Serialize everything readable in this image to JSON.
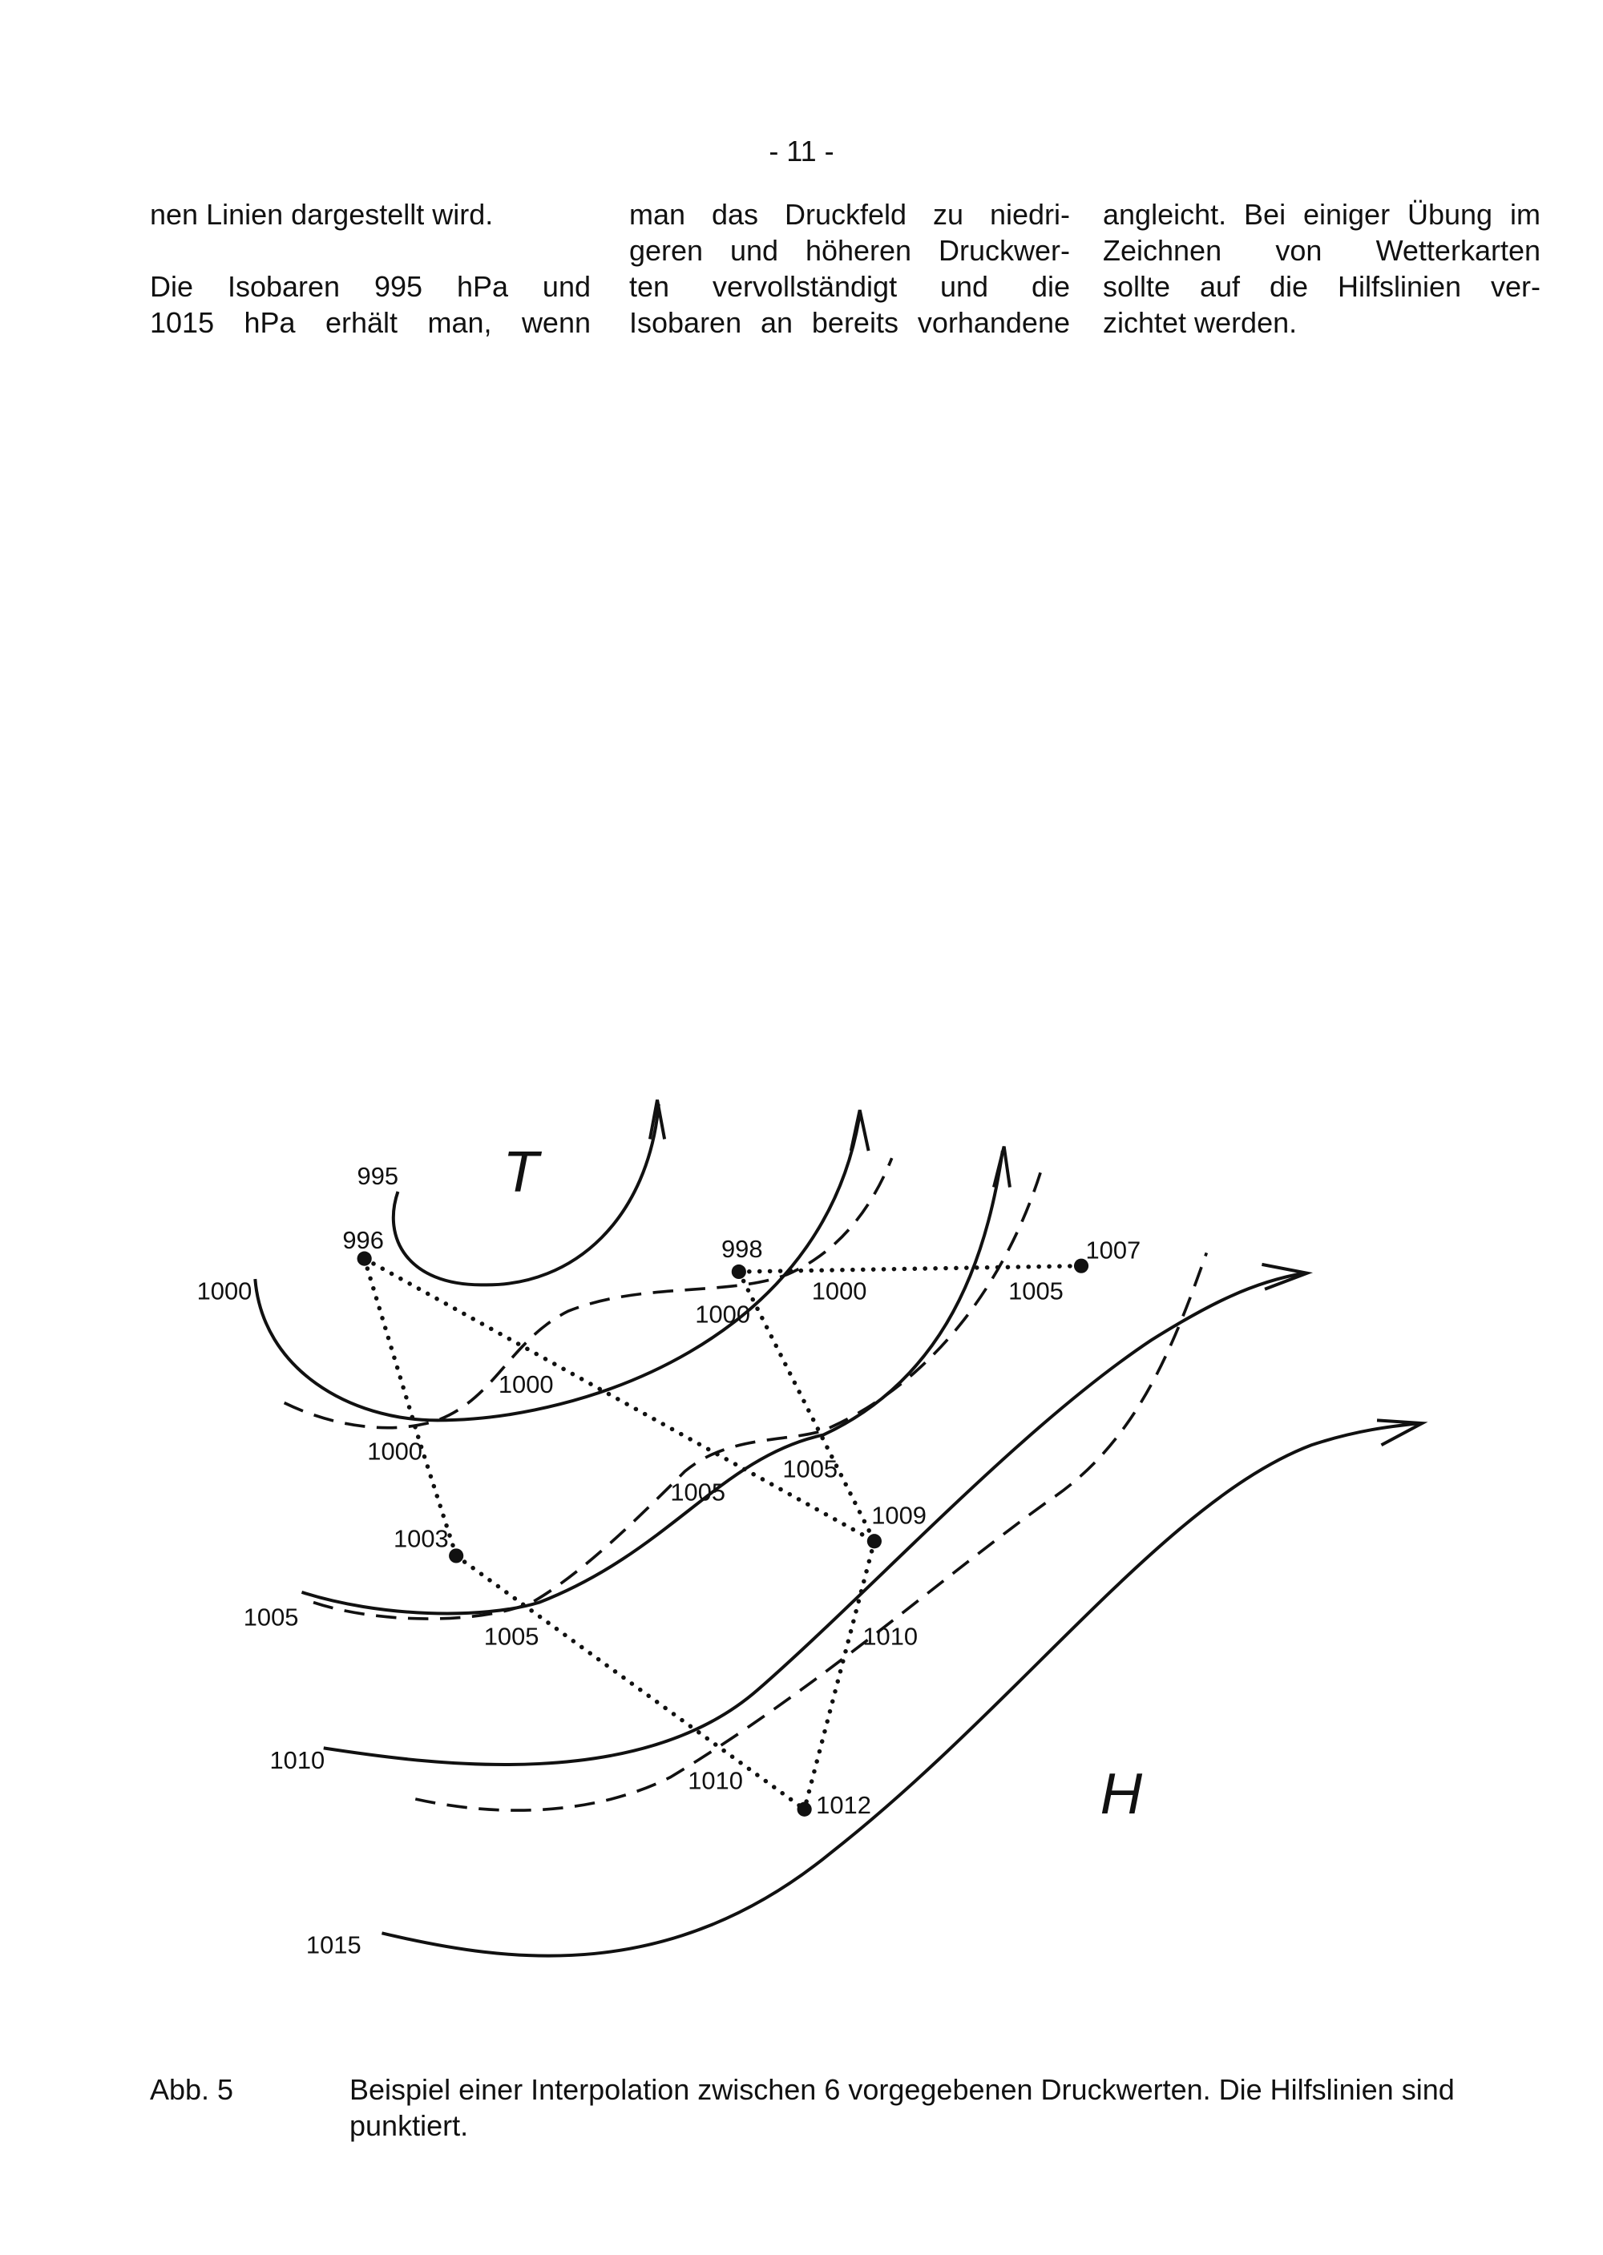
{
  "page_number": "- 11 -",
  "columns": [
    {
      "lines": [
        "nen Linien dargestellt wird.",
        "",
        "Die Isobaren 995 hPa und",
        "1015 hPa erhält man, wenn"
      ]
    },
    {
      "lines": [
        "man das Druckfeld zu niedri-",
        "geren und höheren Druckwer-",
        "ten vervollständigt und die",
        "Isobaren an bereits vorhandene"
      ]
    },
    {
      "lines": [
        "angleicht. Bei einiger Übung im",
        "Zeichnen von Wetterkarten",
        "sollte auf die Hilfslinien ver-",
        "zichtet werden."
      ]
    }
  ],
  "figure": {
    "low_symbol": "T",
    "high_symbol": "H",
    "stations": {
      "s996": "996",
      "s998": "998",
      "s1007": "1007",
      "s1003": "1003",
      "s1009": "1009",
      "s1012": "1012"
    },
    "isobar_labels": {
      "i995": "995",
      "i1000": "1000",
      "i1005": "1005",
      "i1010": "1010",
      "i1015": "1015"
    },
    "interp_labels": {
      "a": "1000",
      "b": "1000",
      "c": "1000",
      "d": "1000",
      "e": "1005",
      "f": "1005",
      "g": "1005",
      "h": "1005",
      "i": "1010",
      "j": "1010"
    }
  },
  "caption": {
    "label": "Abb. 5",
    "text": "Beispiel einer Interpolation zwischen 6 vorgegebenen Druckwerten. Die Hilfslinien sind punktiert."
  }
}
